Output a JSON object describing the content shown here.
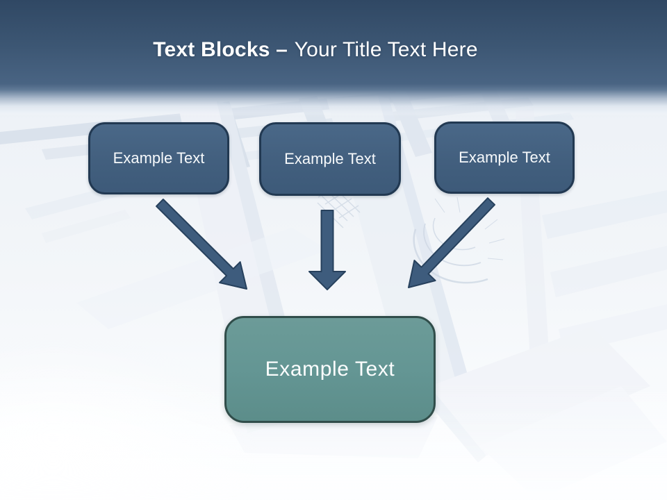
{
  "slide": {
    "title": {
      "bold": "Text Blocks –",
      "regular": "Your Title Text Here"
    },
    "source_boxes": [
      {
        "label": "Example Text"
      },
      {
        "label": "Example Text"
      },
      {
        "label": "Example Text"
      }
    ],
    "target_box": {
      "label": "Example Text"
    },
    "arrows": [
      {
        "name": "arrow-down-right"
      },
      {
        "name": "arrow-down"
      },
      {
        "name": "arrow-down-left"
      }
    ],
    "colors": {
      "banner_blue_top": "#304864",
      "banner_blue_bottom": "#496483",
      "block_fill": "#425f7e",
      "block_border": "#223952",
      "arrow_fill": "#3e5c7d",
      "teal_fill": "#649694",
      "teal_border": "#304d4a",
      "text": "#ffffff"
    }
  }
}
